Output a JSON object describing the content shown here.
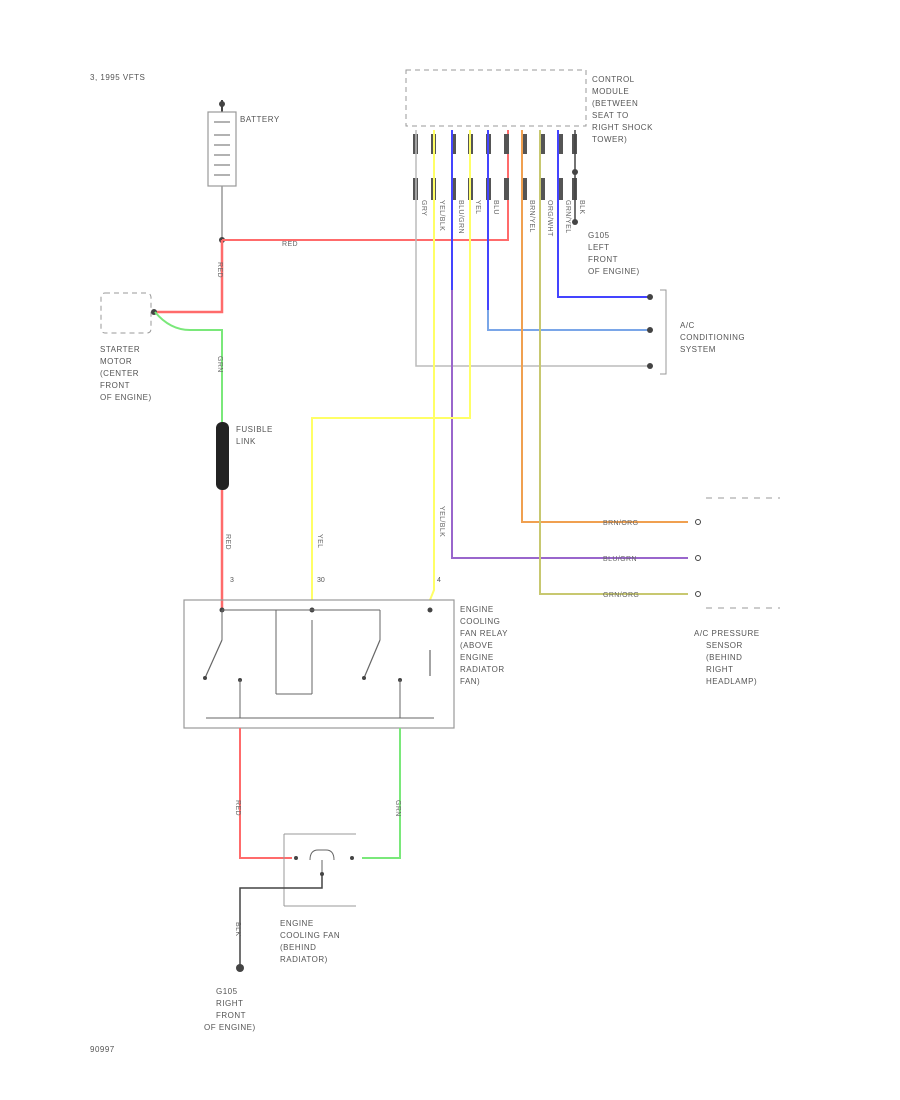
{
  "header": {
    "subtitle": "3, 1995 VFTS"
  },
  "footer": {
    "code": "90997"
  },
  "colors": {
    "red": "#ff6b6b",
    "green": "#7ae87a",
    "yellow": "#ffff66",
    "blue": "#4444ff",
    "purple": "#9966cc",
    "orange": "#f0a050",
    "lightblue": "#7aa6e8",
    "olive": "#c8c870",
    "gray": "#bbbbbb",
    "dark": "#444444"
  },
  "components": {
    "battery": "BATTERY",
    "starter_motor": [
      "STARTER",
      "MOTOR",
      "(CENTER",
      "FRONT",
      "OF ENGINE)"
    ],
    "fusible_link": [
      "FUSIBLE",
      "LINK"
    ],
    "control_module": [
      "CONTROL",
      "MODULE",
      "(BETWEEN",
      "SEAT TO",
      "RIGHT SHOCK",
      "TOWER)"
    ],
    "ground_top": [
      "G105",
      "LEFT",
      "FRONT",
      "OF ENGINE)"
    ],
    "ac_system": [
      "A/C",
      "CONDITIONING",
      "SYSTEM"
    ],
    "relay": [
      "ENGINE",
      "COOLING",
      "FAN RELAY",
      "(ABOVE",
      "ENGINE",
      "RADIATOR",
      "FAN)"
    ],
    "pressure_sensor": [
      "A/C PRESSURE",
      "SENSOR",
      "(BEHIND",
      "RIGHT",
      "HEADLAMP)"
    ],
    "fan": [
      "ENGINE",
      "COOLING FAN",
      "(BEHIND",
      "RADIATOR)"
    ],
    "ground_bottom": [
      "G105",
      "RIGHT",
      "FRONT",
      "OF ENGINE)"
    ]
  },
  "wire_labels": {
    "red_main": "RED",
    "red_vertical": "RED",
    "green_vertical": "GRN",
    "red_relay": "RED",
    "yel_relay": "YEL",
    "yel_blk": "YEL/BLK",
    "brn_org": "BRN/ORG",
    "blu_grn": "BLU/GRN",
    "grn_org": "GRN/ORG",
    "red_bottom": "RED",
    "grn_bottom": "GRN",
    "blk_bottom": "BLK",
    "module_pins": [
      "GRY",
      "YEL/BLK",
      "BLU/GRN",
      "YEL",
      "BLU",
      "BRN/YEL",
      "ORG/WHT",
      "GRN/YEL",
      "BLK"
    ]
  },
  "pins": {
    "relay": [
      "3",
      "30",
      "4"
    ]
  }
}
